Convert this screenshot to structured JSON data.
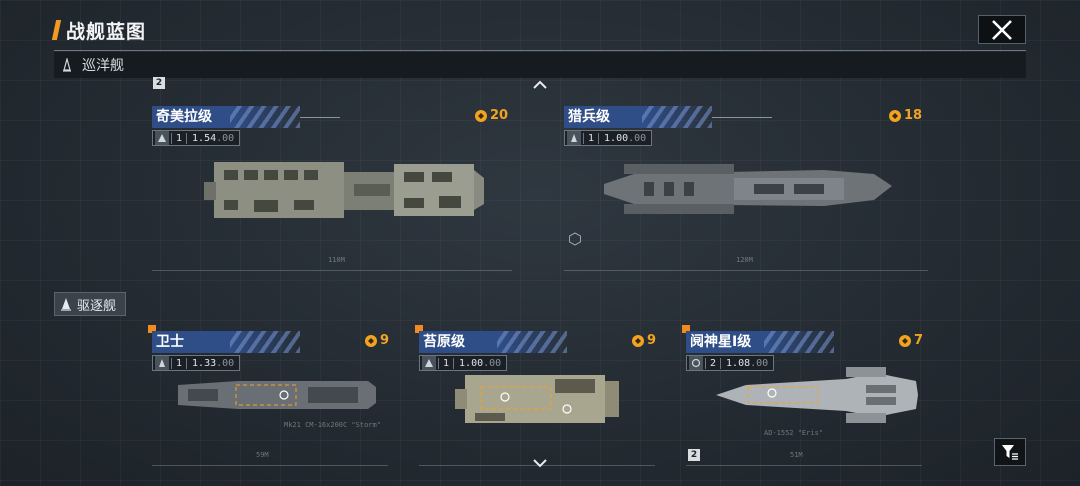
{
  "header": {
    "title": "战舰蓝图"
  },
  "sections": {
    "cruiser": {
      "label": "巡洋舰"
    },
    "destroyer": {
      "label": "驱逐舰"
    }
  },
  "cruisers": [
    {
      "name": "奇美拉级",
      "tier": "1",
      "ratio": "1.54",
      "ratio_suffix": ".00",
      "cost": "20",
      "length_label": "110M",
      "weapon_label": ""
    },
    {
      "name": "猎兵级",
      "tier": "1",
      "ratio": "1.00",
      "ratio_suffix": ".00",
      "cost": "18",
      "length_label": "120M",
      "weapon_label": ""
    }
  ],
  "destroyers": [
    {
      "name": "卫士",
      "tier": "1",
      "ratio": "1.33",
      "ratio_suffix": ".00",
      "cost": "9",
      "length_label": "59M",
      "weapon_label": "Mk21 CM-16x200C \"Storm\""
    },
    {
      "name": "苔原级",
      "tier": "1",
      "ratio": "1.00",
      "ratio_suffix": ".00",
      "cost": "9",
      "length_label": "",
      "weapon_label": ""
    },
    {
      "name": "阋神星I级",
      "tier": "2",
      "ratio": "1.08",
      "ratio_suffix": ".00",
      "cost": "7",
      "length_label": "51M",
      "weapon_label": "AD-1552 \"Eris\""
    }
  ],
  "badges": {
    "top_left": "2",
    "bottom_right": "2"
  },
  "icons": {
    "close": "close-icon",
    "cruiser": "cruiser-class-icon",
    "destroyer": "destroyer-class-icon",
    "scroll_up": "chevron-up-icon",
    "scroll_down": "chevron-down-icon",
    "filter": "filter-icon",
    "coin": "cost-coin-icon"
  },
  "colors": {
    "accent": "#f29b1f",
    "cost": "#f2a322",
    "name_bar": "#2f4d86",
    "new_marker": "#f28a1f"
  }
}
